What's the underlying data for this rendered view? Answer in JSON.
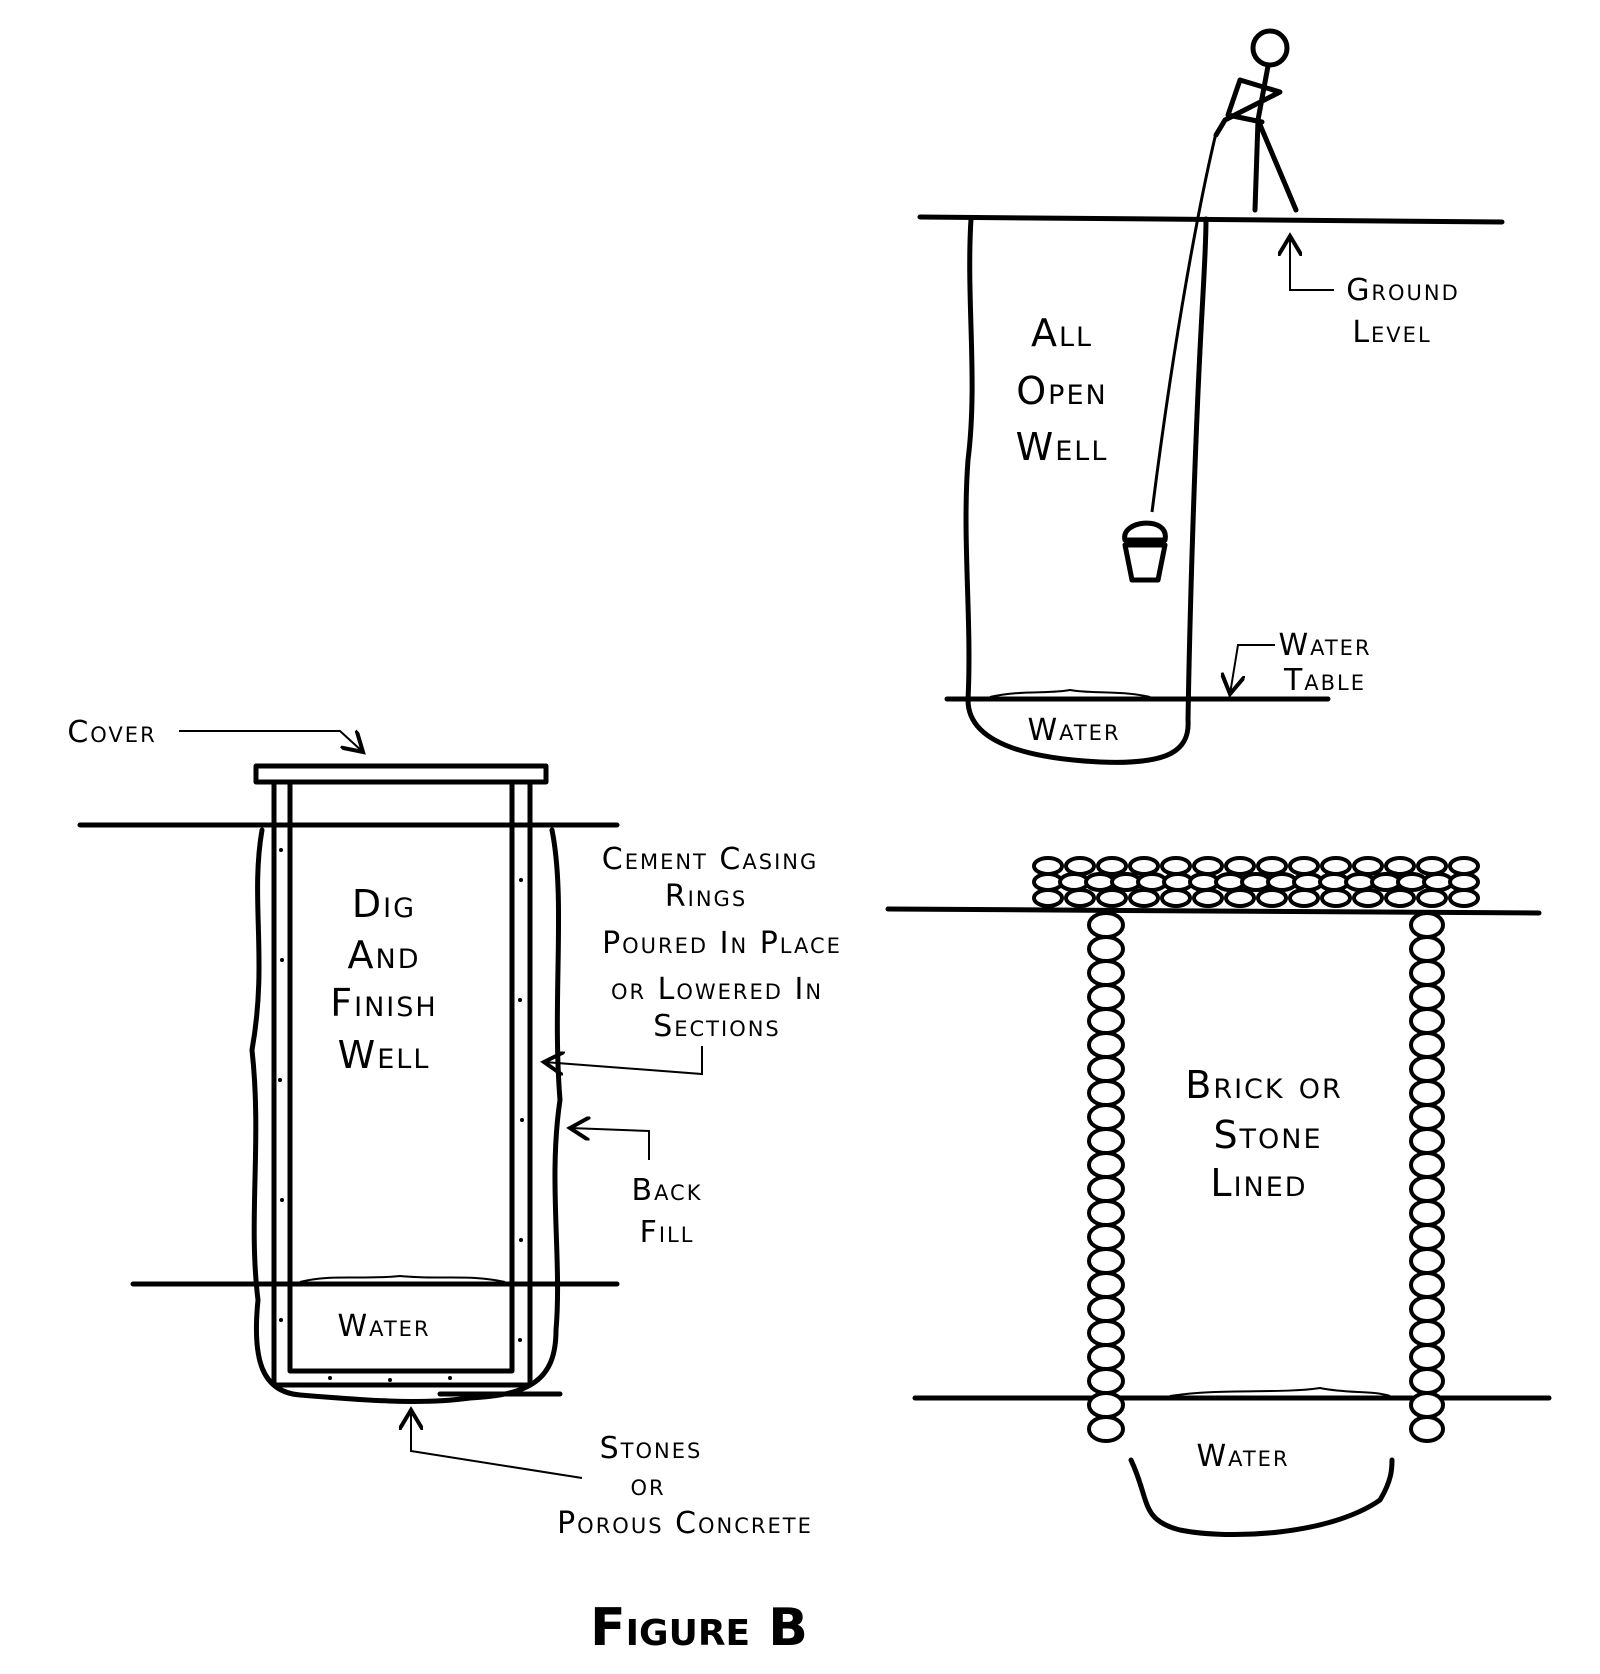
{
  "figure_title": "Figure B",
  "open_well": {
    "label_lines": [
      "All",
      "Open",
      "Well"
    ],
    "water": "Water",
    "ground_level": [
      "Ground",
      "Level"
    ],
    "water_table": [
      "Water",
      "Table"
    ]
  },
  "dug_well": {
    "cover": "Cover",
    "label_lines": [
      "Dig",
      "And",
      "Finish",
      "Well"
    ],
    "water": "Water",
    "casing_note": [
      "Cement Casing",
      "Rings",
      "Poured In Place",
      "or Lowered In",
      "Sections"
    ],
    "back_fill": [
      "Back",
      "Fill"
    ],
    "bottom_note": [
      "Stones",
      "or",
      "Porous Concrete"
    ]
  },
  "brick_well": {
    "label_lines": [
      "Brick or",
      "Stone",
      "Lined"
    ],
    "water": "Water"
  }
}
